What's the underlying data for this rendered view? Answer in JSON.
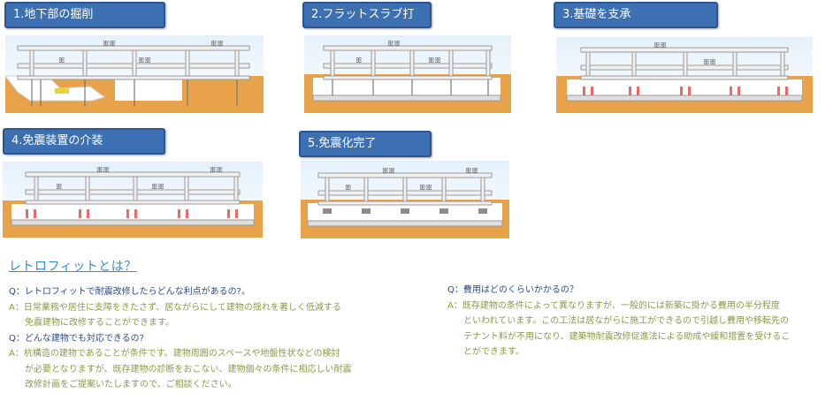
{
  "steps": [
    {
      "label": "1.地下部の掘削"
    },
    {
      "label": "2.フラットスラブ打"
    },
    {
      "label": "3.基礎を支承"
    },
    {
      "label": "4.免震装置の介装"
    },
    {
      "label": "5.免震化完了"
    }
  ],
  "section_title": "レトロフィットとは？",
  "qa_left": [
    {
      "type": "q",
      "text": "Q：レトロフィットで耐震改修したらどんな利点があるの?。"
    },
    {
      "type": "a",
      "text": "A：日常業務や居住に支障をきたさず、居ながらにして建物の揺れを著しく低減する"
    },
    {
      "type": "a2",
      "text": "免震建物に改修することができます。"
    },
    {
      "type": "q",
      "text": "Q：どんな建物でも対応できるの?"
    },
    {
      "type": "a",
      "text": "A：杭構造の建物であることが条件です。建物周囲のスペースや地盤性状などの検討"
    },
    {
      "type": "a2",
      "text": "が必要となりますが、既存建物の診断をおこない、建物個々の条件に相応しい耐震"
    },
    {
      "type": "a2",
      "text": "改修計画をご提案いたしますので、ご相談ください。"
    }
  ],
  "qa_right": [
    {
      "type": "q",
      "text": "Q：費用はどのくらいかかるの？"
    },
    {
      "type": "a",
      "text": "A：既存建物の条件によって異なりますが、一般的には新築に掛かる費用の半分程度"
    },
    {
      "type": "a2",
      "text": "といわれています。この工法は居ながらに施工ができるので引越し費用や移転先の"
    },
    {
      "type": "a2",
      "text": "テナント料が不用になり、建築物耐震改修促進法による助成や緩和措置を受けるこ"
    },
    {
      "type": "a2",
      "text": "とができます。"
    }
  ],
  "colors": {
    "label_bg": "#3d70b2",
    "sky_top": "#e4f1fb",
    "soil": "#e8a24a",
    "structure": "#f0f0f0",
    "isolator": "#e86a6a",
    "question_text": "#2b4a8a",
    "answer_text": "#8a9a48",
    "title_text": "#2e8fd0"
  }
}
